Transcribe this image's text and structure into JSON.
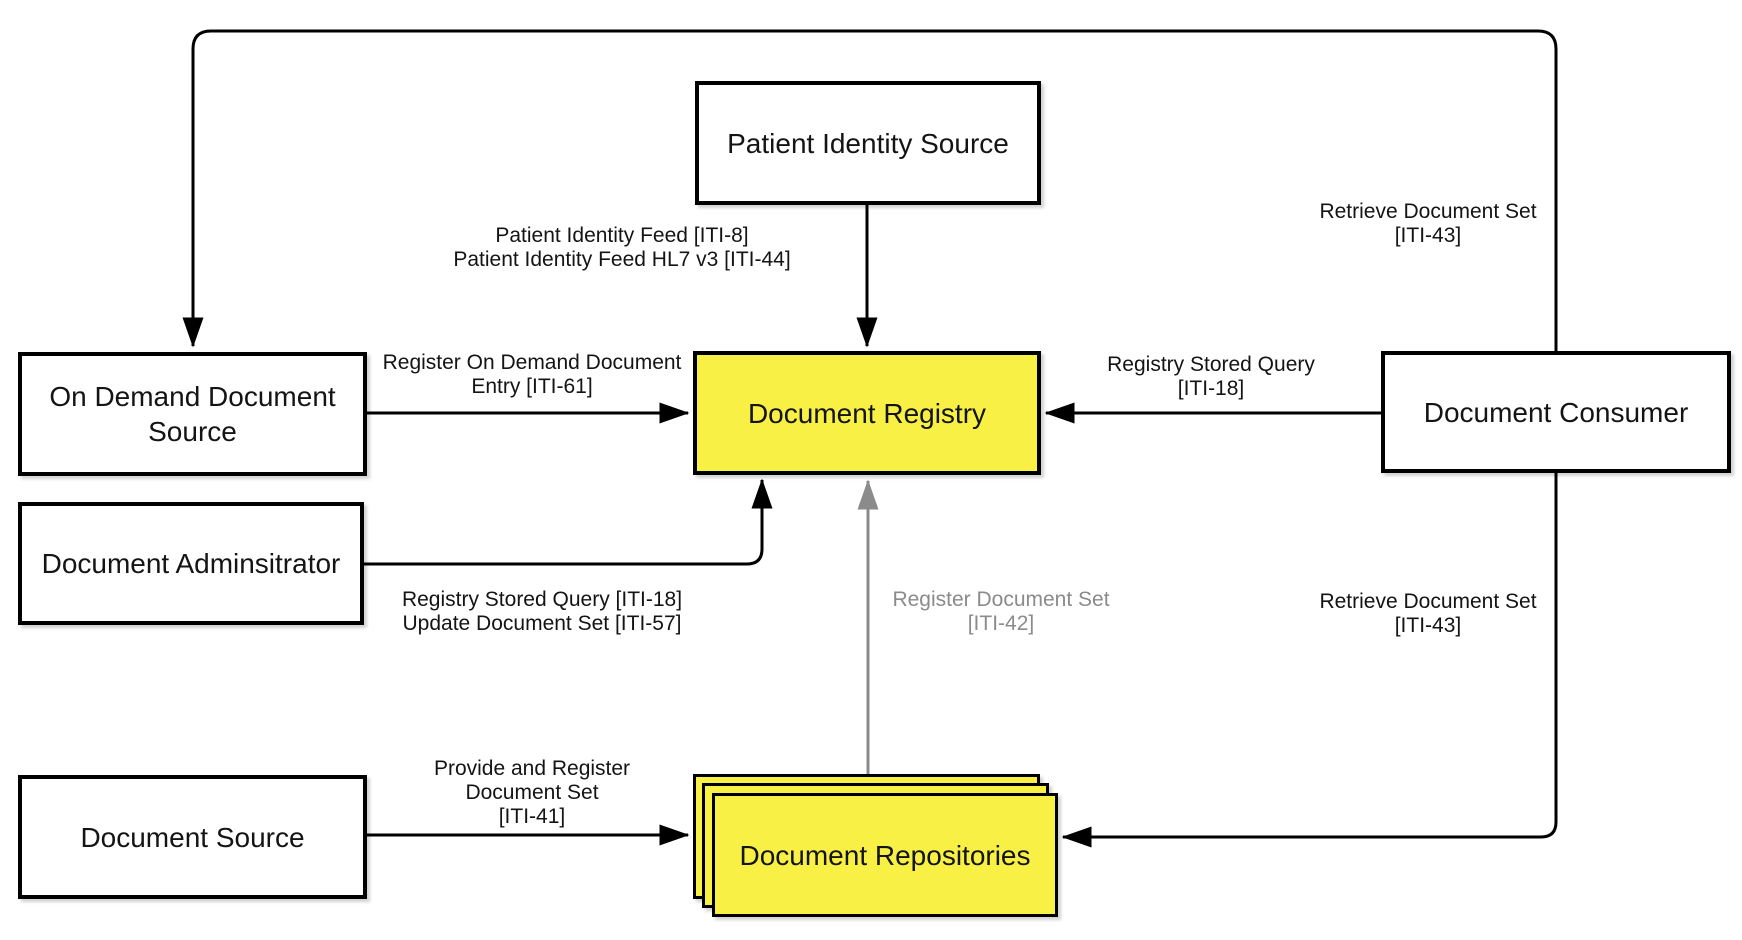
{
  "boxes": {
    "patient_identity_source": "Patient Identity Source",
    "on_demand_document_source": "On Demand Document\nSource",
    "document_administrator": "Document Adminsitrator",
    "document_source": "Document Source",
    "document_registry": "Document Registry",
    "document_repositories": "Document Repositories",
    "document_consumer": "Document Consumer"
  },
  "edge_labels": {
    "patient_identity_feed": "Patient Identity Feed [ITI-8]\nPatient Identity Feed HL7 v3 [ITI-44]",
    "register_on_demand_entry": "Register On Demand Document\nEntry [ITI-61]",
    "registry_stored_query": "Registry Stored Query\n[ITI-18]",
    "retrieve_document_set_top": "Retrieve Document Set\n[ITI-43]",
    "registry_stored_query_update": "Registry Stored Query [ITI-18]\nUpdate Document Set [ITI-57]",
    "register_document_set": "Register Document Set\n[ITI-42]",
    "retrieve_document_set_right": "Retrieve Document Set\n[ITI-43]",
    "provide_and_register": "Provide and Register\nDocument Set\n[ITI-41]"
  },
  "colors": {
    "highlight_fill": "#F8F045",
    "actor_fill": "#FFFFFF",
    "line": "#000000",
    "muted_line": "#8B8B8B"
  }
}
